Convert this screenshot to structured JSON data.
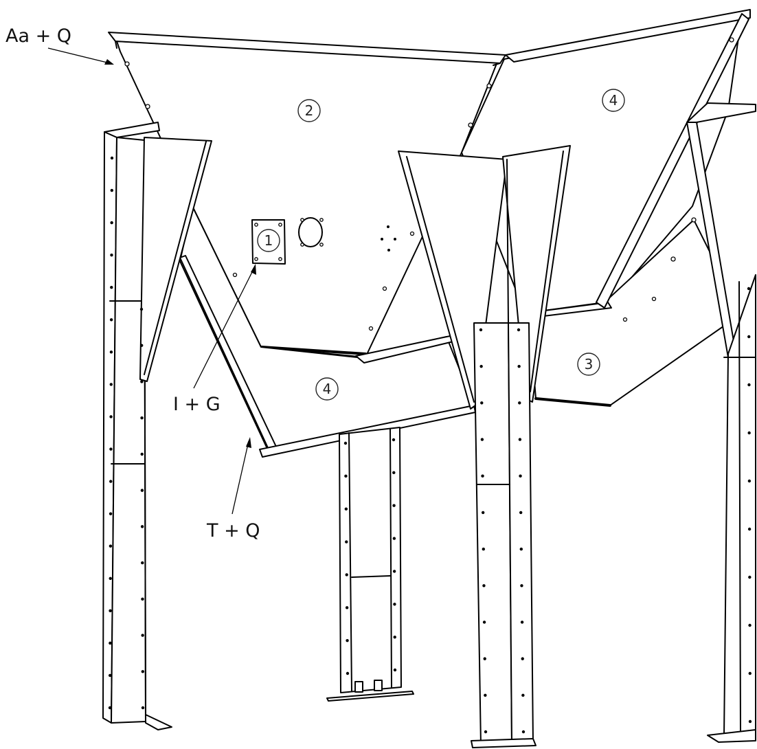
{
  "callouts": {
    "top_left": "Aa + Q",
    "middle": "I + G",
    "lower": "T + Q"
  },
  "part_numbers": {
    "p1": "1",
    "p2": "2",
    "p3": "3",
    "p4_front": "4",
    "p4_right": "4"
  },
  "colors": {
    "line": "#000000",
    "background": "#ffffff"
  }
}
